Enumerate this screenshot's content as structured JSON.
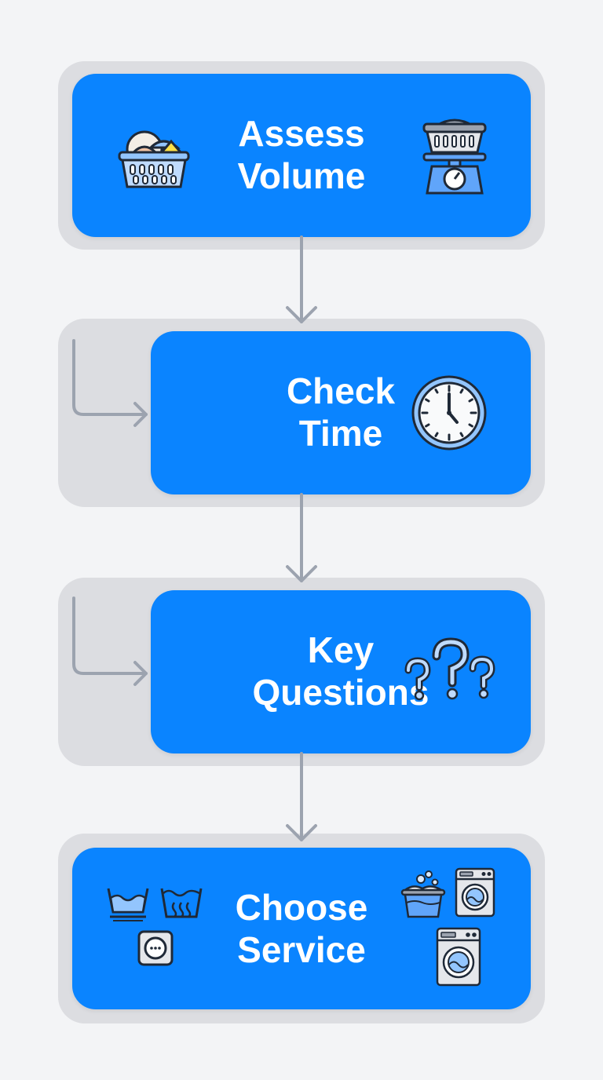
{
  "steps": [
    {
      "line1": "Assess",
      "line2": "Volume",
      "icons": [
        "laundry-basket-icon",
        "basket-on-scale-icon"
      ]
    },
    {
      "line1": "Check",
      "line2": "Time",
      "icons": [
        "clock-icon"
      ]
    },
    {
      "line1": "Key",
      "line2": "Questions",
      "icons": [
        "question-marks-icon"
      ]
    },
    {
      "line1": "Choose",
      "line2": "Service",
      "icons": [
        "wash-symbol-icon",
        "wash-warm-symbol-icon",
        "dry-symbol-icon",
        "wash-tub-icon",
        "washing-machine-icon",
        "washing-machine-large-icon"
      ]
    }
  ],
  "colors": {
    "card": "#0a84ff",
    "panel": "#dcdde1",
    "background": "#f3f4f6",
    "connector": "#9ca3af"
  }
}
